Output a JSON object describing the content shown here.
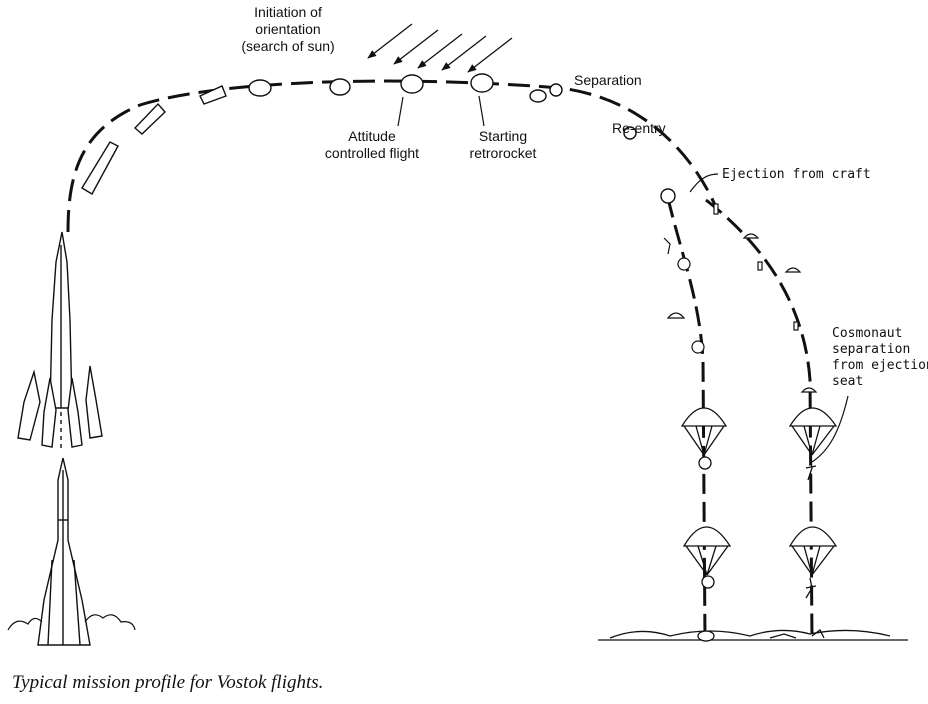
{
  "labels": {
    "initiation": [
      "Initiation of",
      "orientation",
      "(search of sun)"
    ],
    "attitude": [
      "Attitude",
      "controlled flight"
    ],
    "starting": [
      "Starting",
      "retrorocket"
    ],
    "separation": "Separation",
    "reentry": "Re-entry",
    "ejection": "Ejection from craft",
    "cosmonaut": [
      "Cosmonaut",
      "separation",
      "from ejection",
      "seat"
    ]
  },
  "caption": "Typical mission profile for Vostok flights.",
  "colors": {
    "ink": "#111111",
    "background": "#ffffff"
  }
}
